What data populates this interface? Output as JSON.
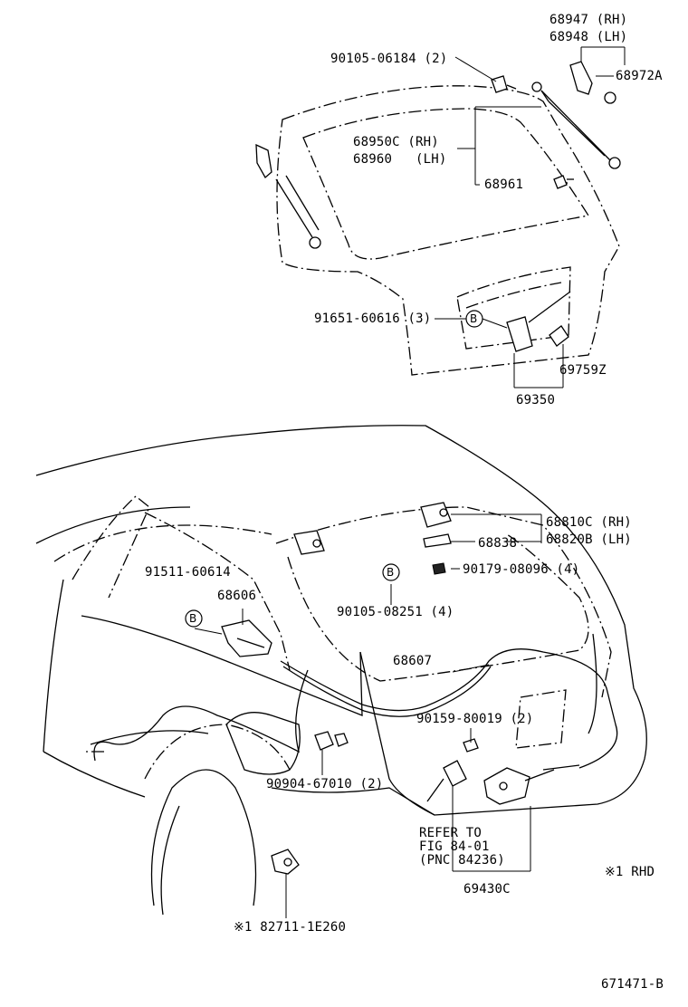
{
  "labels": {
    "p68947": "68947 (RH)",
    "p68948": "68948 (LH)",
    "p68972a": "68972A",
    "p90105_06184": "90105-06184 (2)",
    "p68950c": "68950C (RH)",
    "p68960": "68960   (LH)",
    "p68961": "68961",
    "p91651": "91651-60616 (3)",
    "p69759z": "69759Z",
    "p69350": "69350",
    "p68810c": "68810C (RH)",
    "p68820b": "68820B (LH)",
    "p68838": "68838",
    "p91511": "91511-60614",
    "p68606": "68606",
    "p90179": "90179-08096 (4)",
    "p90105_08251": "90105-08251 (4)",
    "p68607": "68607",
    "p90159": "90159-80019 (2)",
    "p90904": "90904-67010 (2)",
    "refer1": "REFER TO",
    "refer2": "FIG 84-01",
    "refer3": "(PNC 84236)",
    "p69430c": "69430C",
    "rhd": "※1 RHD",
    "p82711": "※1 82711-1E260",
    "fig_id": "671471-B",
    "callout_b": "B"
  }
}
